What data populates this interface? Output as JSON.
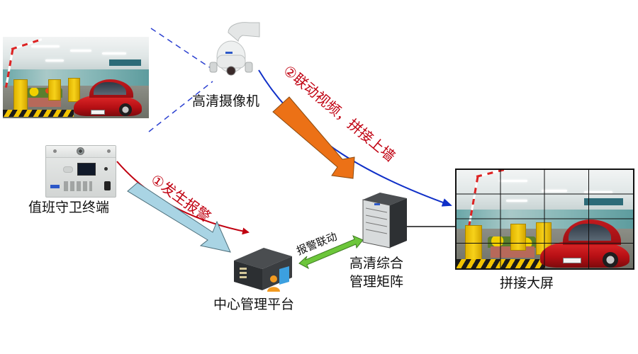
{
  "diagram": {
    "nodes": {
      "camera": {
        "label": "高清摄像机",
        "icon": "dome-camera-icon"
      },
      "guard_terminal": {
        "label": "值班守卫终端",
        "icon": "guard-terminal-icon"
      },
      "center_platform": {
        "label": "中心管理平台",
        "icon": "server-operator-icon"
      },
      "matrix": {
        "label_line1": "高清综合",
        "label_line2": "管理矩阵",
        "icon": "matrix-rack-icon"
      },
      "video_wall": {
        "label": "拼接大屏",
        "icon": "video-wall-icon",
        "grid": "4x4"
      },
      "parking_scene": {
        "icon": "parking-lot-photo"
      }
    },
    "annotations": {
      "step1": "①发生报警",
      "step2": "②联动视频，拼接上墙",
      "alarm_link": "报警联动"
    },
    "colors": {
      "red_arrow": "#c00010",
      "blue_arrow": "#1030c8",
      "dashed_view": "#2a3fd0",
      "orange_arrow": "#ec7116",
      "lightblue_arrow": "#a9d4e4",
      "green_arrow": "#6cc63a",
      "connector": "#111111"
    }
  }
}
